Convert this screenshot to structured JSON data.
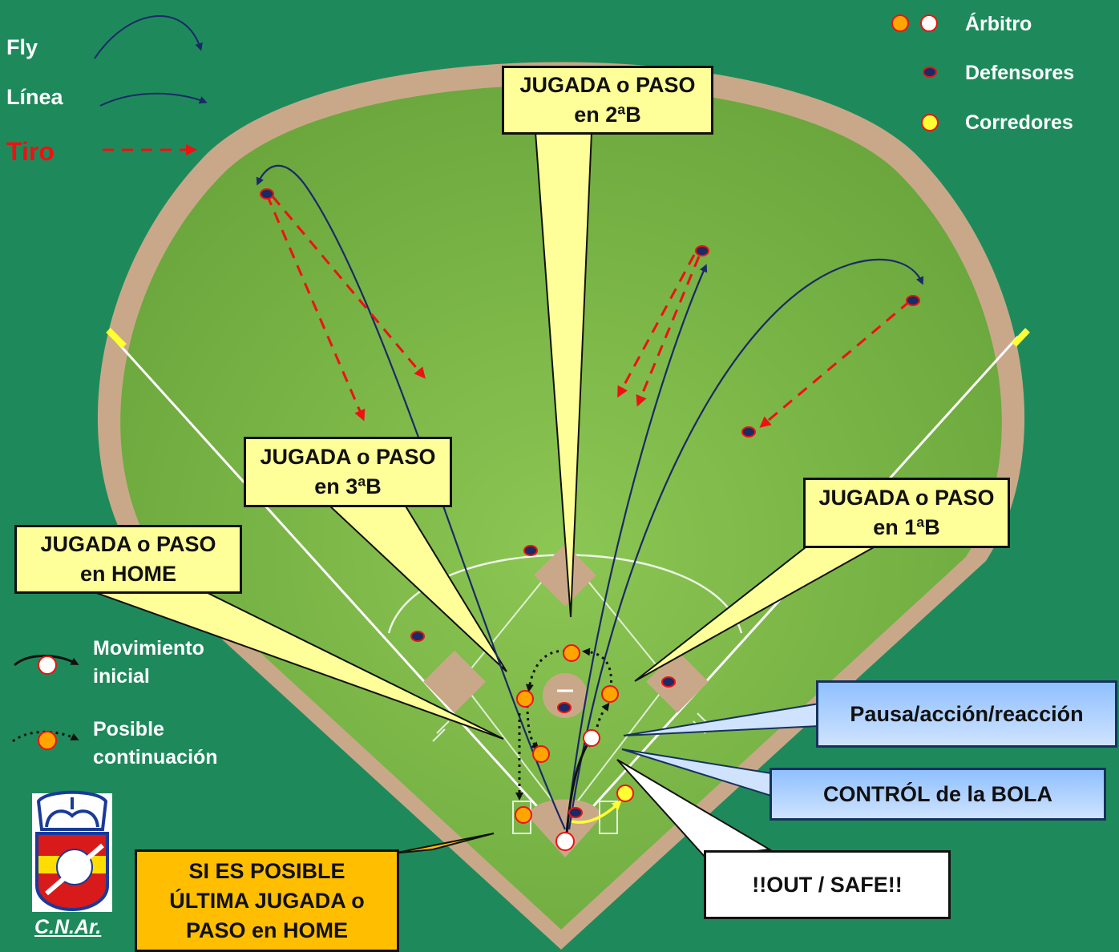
{
  "legend": {
    "fly": "Fly",
    "linea": "Línea",
    "tiro": "Tiro",
    "arbitro": "Árbitro",
    "defensores": "Defensores",
    "corredores": "Corredores",
    "movimiento_inicial": "Movimiento inicial",
    "posible_continuacion": "Posible continuación"
  },
  "callouts": {
    "segunda": "JUGADA o PASO en 2ªB",
    "tercera": "JUGADA o PASO en 3ªB",
    "primera": "JUGADA o PASO en 1ªB",
    "home": "JUGADA o PASO en HOME",
    "pausa": "Pausa/acción/reacción",
    "control": "CONTRÓL de la BOLA",
    "out_safe": "!!OUT / SAFE!!",
    "ultima": "SI ES POSIBLE ÚLTIMA JUGADA o PASO en HOME"
  },
  "logo": {
    "text": "C.N.Ar."
  },
  "colors": {
    "background": "#1e8a5c",
    "grass": "#7cb845",
    "dirt": "#c9a88a",
    "fly_line": "#1a2a66",
    "tiro": "#ee1111",
    "umpire": "#ffa500",
    "runner": "#ffff00",
    "callout_yellow": "#ffff99",
    "callout_blue": "#8fc0ff",
    "callout_orange": "#ffbf00"
  }
}
